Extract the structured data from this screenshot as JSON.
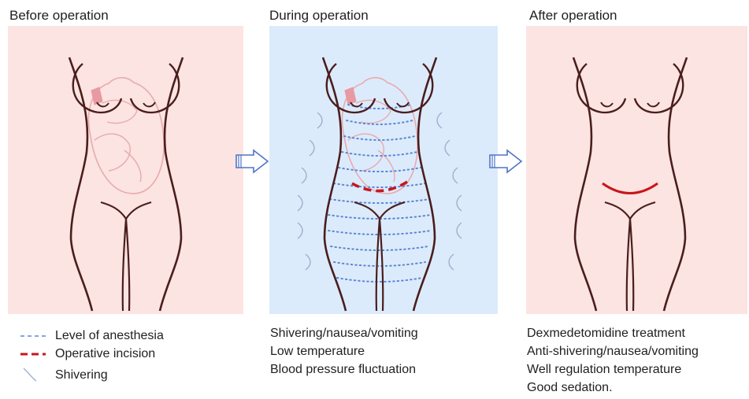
{
  "panels": [
    {
      "title": "Before operation"
    },
    {
      "title": "During operation"
    },
    {
      "title": "After operation"
    }
  ],
  "colors": {
    "pink_bg": "#fbe4e1",
    "blue_bg": "#dcebfb",
    "outline": "#4a1e1e",
    "uterus": "#e8aab0",
    "anesthesia_dots": "#5b86d6",
    "incision": "#c8161d",
    "shivering": "#9bb0cf",
    "arrow": "#4f74c9"
  },
  "legend": [
    {
      "label": "Level of anesthesia",
      "icon": "dashed-blue-line-icon"
    },
    {
      "label": "Operative incision",
      "icon": "dashed-red-line-icon"
    },
    {
      "label": "Shivering",
      "icon": "wavy-line-icon"
    }
  ],
  "during_effects": [
    "Shivering/nausea/vomiting",
    "Low temperature",
    "Blood pressure  fluctuation"
  ],
  "after_effects": [
    "Dexmedetomidine treatment",
    "Anti-shivering/nausea/vomiting",
    "Well regulation temperature",
    "Good sedation."
  ]
}
